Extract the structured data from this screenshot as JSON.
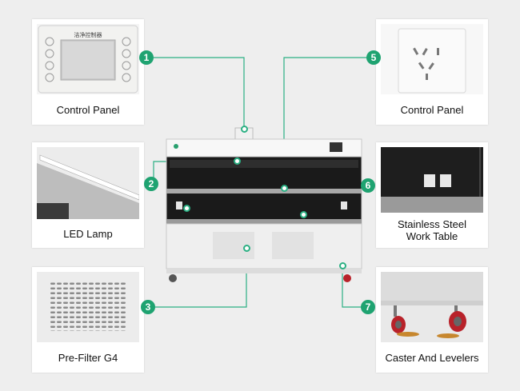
{
  "callouts": [
    {
      "num": "1",
      "label": "Control Panel"
    },
    {
      "num": "2",
      "label": "LED Lamp"
    },
    {
      "num": "3",
      "label": "Pre-Filter G4"
    },
    {
      "num": "5",
      "label": "Control Panel"
    },
    {
      "num": "6",
      "label_line1": "Stainless Steel",
      "label_line2": "Work Table"
    },
    {
      "num": "7",
      "label": "Caster And Levelers"
    }
  ],
  "panel_screen_text": "洁净控制器",
  "colors": {
    "accent": "#1fa371",
    "background": "#eeeeee"
  }
}
